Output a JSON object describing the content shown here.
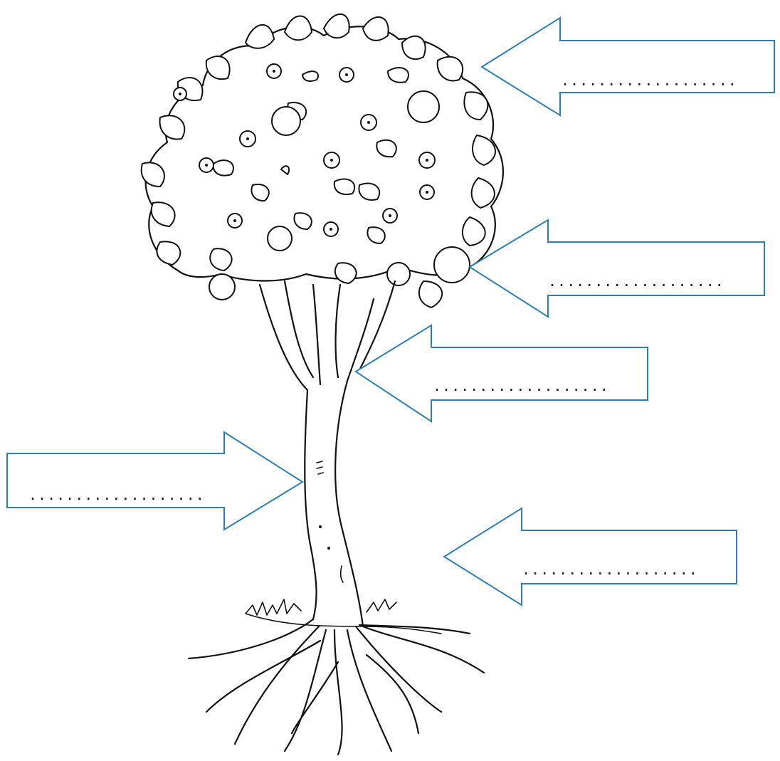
{
  "colors": {
    "arrow_stroke": "#2E7FB0",
    "line_art": "#111111",
    "background": "#ffffff"
  },
  "labels": [
    {
      "id": "leaves-label",
      "text": "..................."
    },
    {
      "id": "fruit-label",
      "text": "..................."
    },
    {
      "id": "branch-label",
      "text": "..................."
    },
    {
      "id": "trunk-label",
      "text": "..................."
    },
    {
      "id": "roots-label",
      "text": "..................."
    }
  ]
}
